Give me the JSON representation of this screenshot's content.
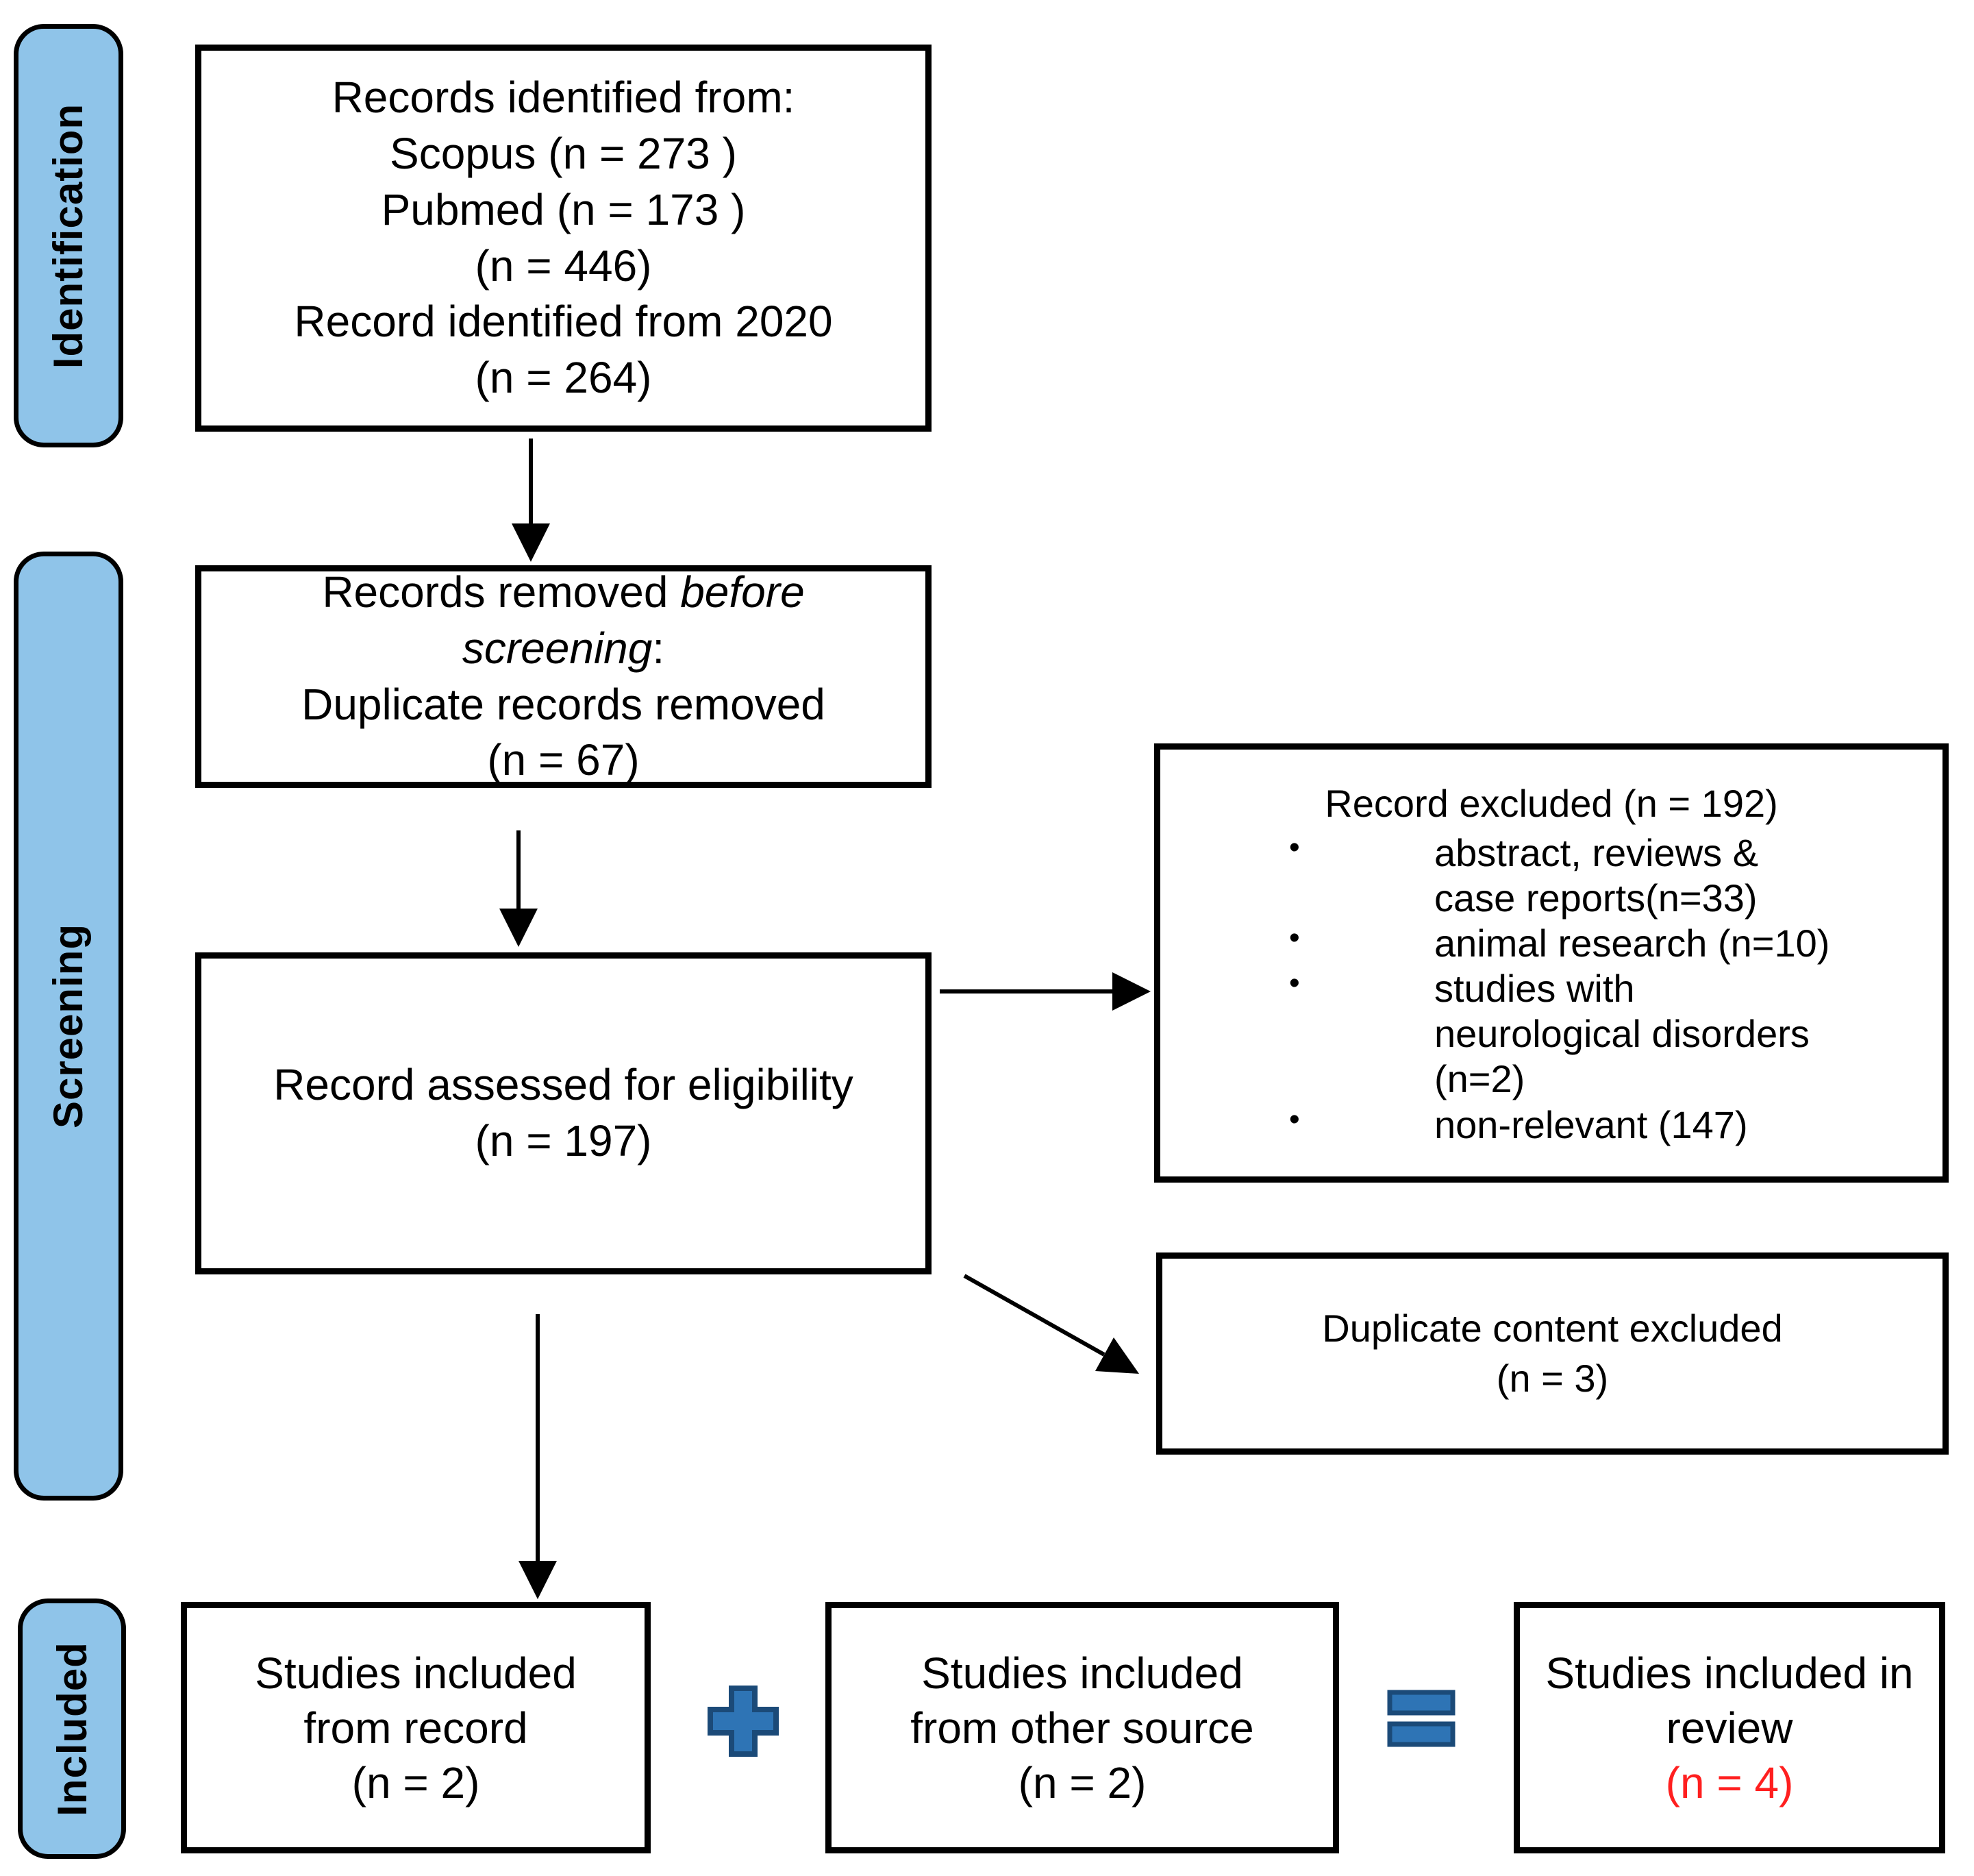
{
  "sidebar": {
    "fill": "#8FC4E9",
    "labels": [
      {
        "text": "Identification"
      },
      {
        "text": "Screening"
      },
      {
        "text": "Included"
      }
    ]
  },
  "boxes": {
    "identified": {
      "lines": [
        "Records identified from:",
        "Scopus (n = 273 )",
        "Pubmed (n = 173 )",
        "(n = 446)",
        "Record identified from 2020",
        "(n = 264)"
      ]
    },
    "removed": {
      "line1_normal": "Records removed ",
      "line1_italic": "before",
      "line2_italic": "screening",
      "line2_normal": ":",
      "line3": "Duplicate records removed",
      "line4": "(n = 67)"
    },
    "assessed": {
      "lines": [
        "Record assessed for eligibility",
        "(n = 197)"
      ]
    },
    "excluded": {
      "title": "Record excluded (n = 192)",
      "bullets": [
        [
          "abstract, reviews &",
          "case reports(n=33)"
        ],
        [
          "animal research (n=10)"
        ],
        [
          "studies with",
          "neurological disorders",
          "(n=2)"
        ],
        [
          "non-relevant (147)"
        ]
      ]
    },
    "duplicate": {
      "lines": [
        "Duplicate content excluded",
        "(n = 3)"
      ]
    },
    "included_record": {
      "lines": [
        "Studies included",
        "from record",
        "(n = 2)"
      ]
    },
    "included_other": {
      "lines": [
        "Studies included",
        "from other source",
        "(n = 2)"
      ]
    },
    "included_review": {
      "lines": [
        "Studies included in",
        "review"
      ],
      "count": "(n = 4)",
      "count_color": "#FF1F1F"
    }
  },
  "icons": {
    "plus": "plus-icon",
    "equals": "equals-icon",
    "fill": "#2E74B5",
    "border": "#1B4A78"
  },
  "arrow_color": "#000000"
}
